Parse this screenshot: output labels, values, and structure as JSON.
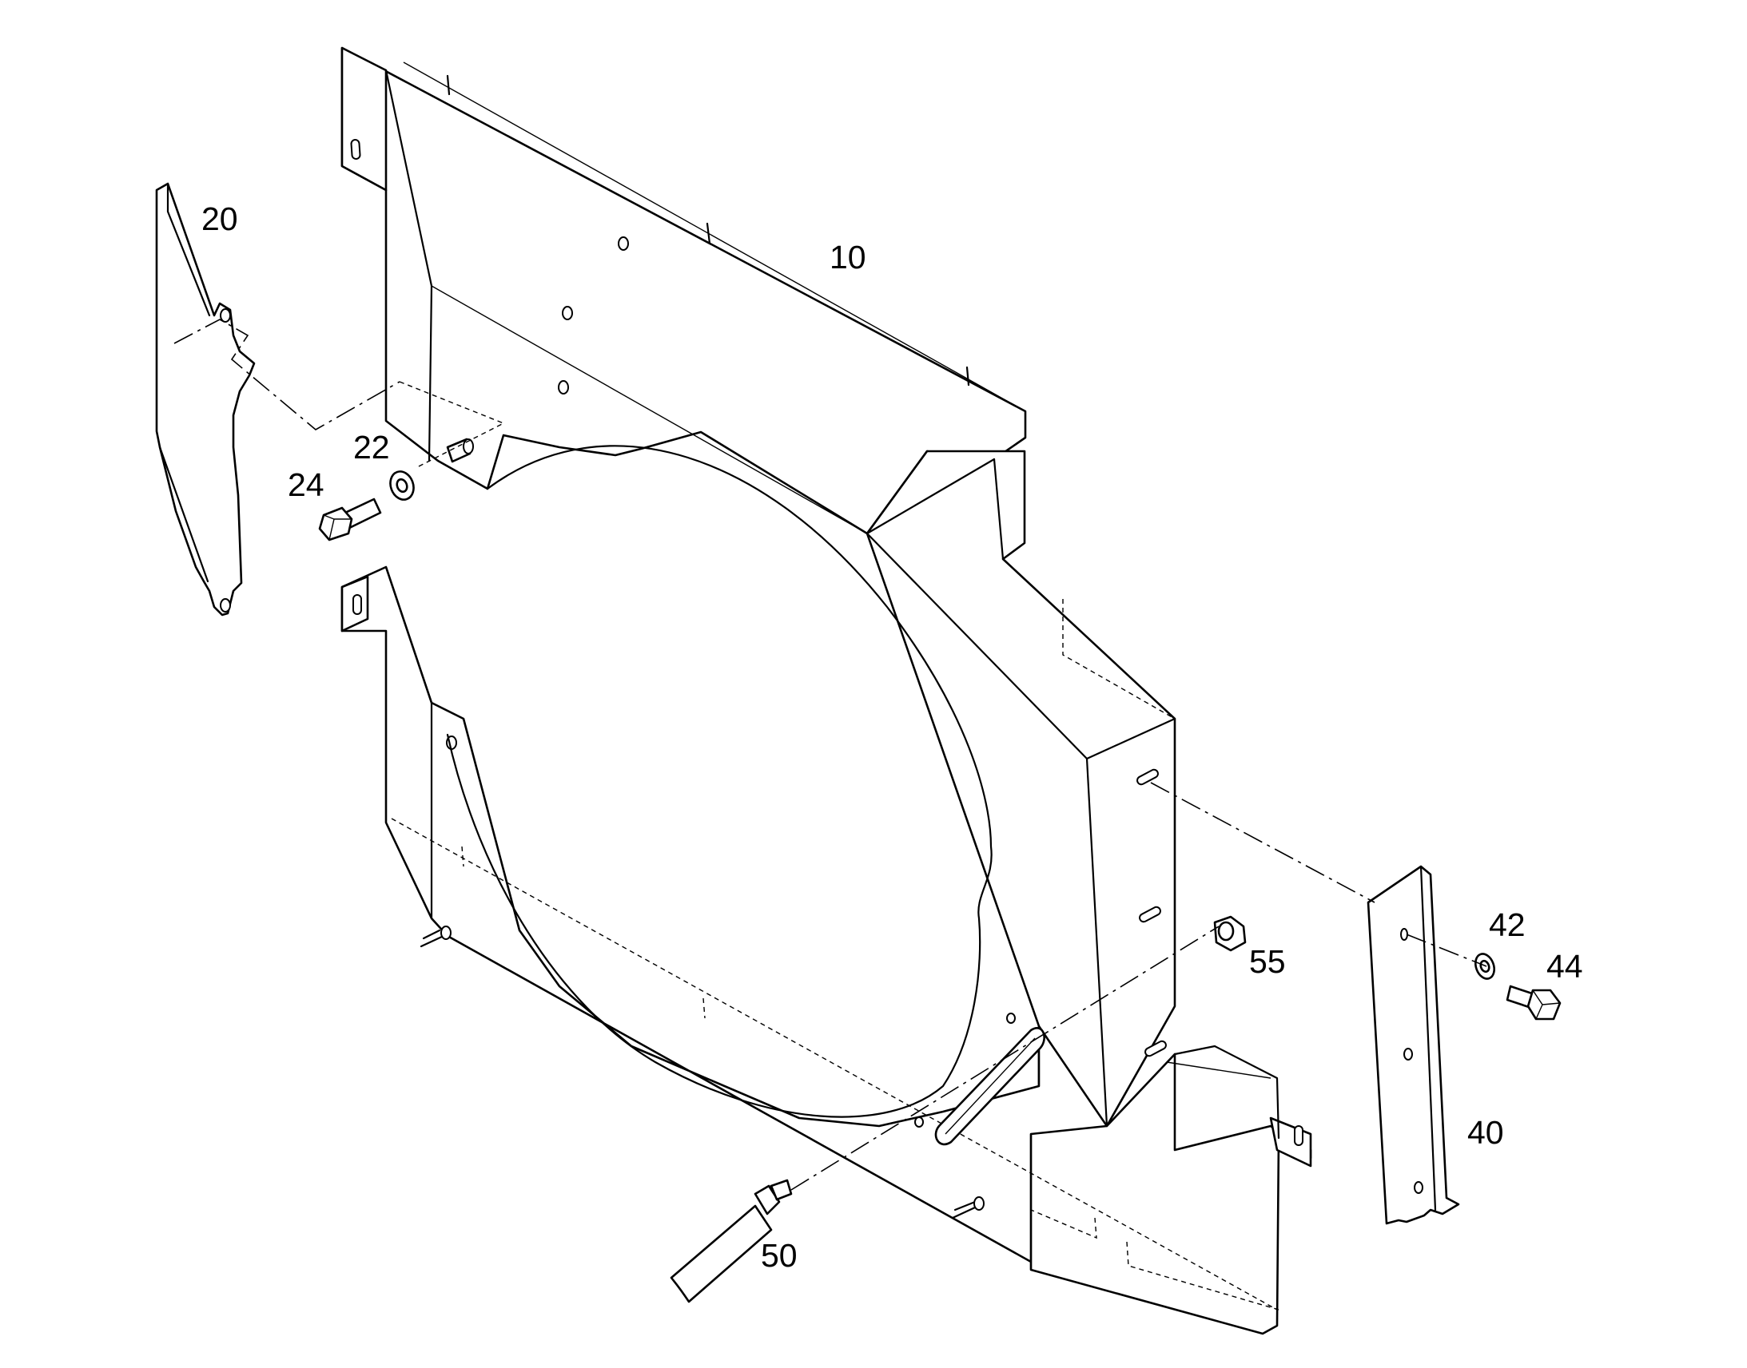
{
  "callouts": {
    "fan_shroud": "10",
    "side_plate": "20",
    "washer_upper": "22",
    "bolt_upper": "24",
    "bracket": "40",
    "washer_right": "42",
    "bolt_right": "44",
    "handle": "50",
    "nut": "55"
  },
  "colors": {
    "line": "#000000",
    "background": "#ffffff"
  }
}
